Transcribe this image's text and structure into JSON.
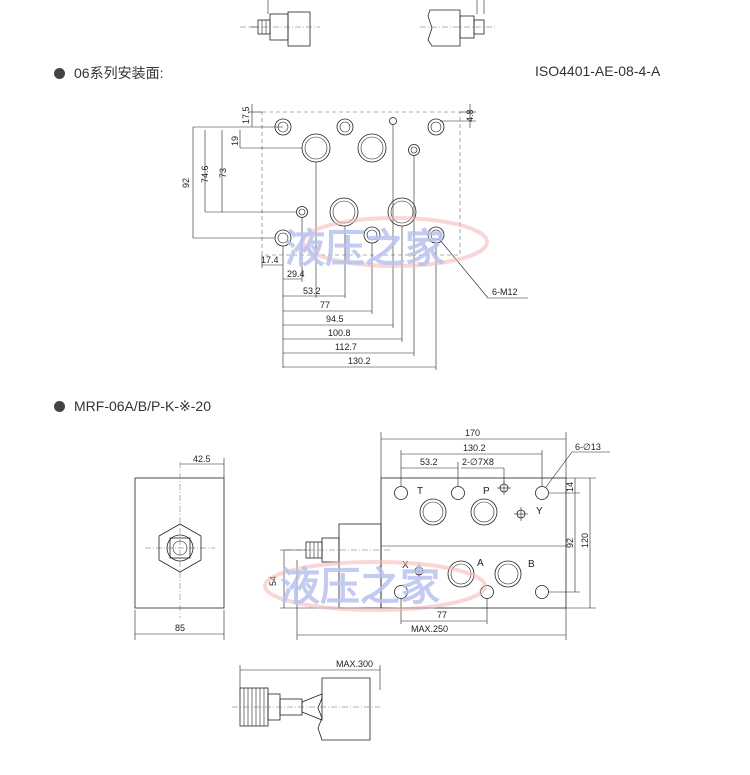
{
  "section1": {
    "title": "06系列安装面:",
    "standard": "ISO4401-AE-08-4-A",
    "dims_vertical": [
      "17.5",
      "19",
      "92",
      "74.6",
      "73",
      "4.8"
    ],
    "dims_horizontal": [
      "17.4",
      "29.4",
      "53.2",
      "77",
      "94.5",
      "100.8",
      "112.7",
      "130.2"
    ],
    "thread_label": "6-M12"
  },
  "section2": {
    "title": "MRF-06A/B/P-K-※-20",
    "side_view": {
      "width_dim": "85",
      "offset_dim": "42.5"
    },
    "front_view": {
      "dim_170": "170",
      "dim_130": "130.2",
      "dim_53": "53.2",
      "pin_label": "2-∅7X8",
      "hole_label": "6-∅13",
      "dim_14": "14",
      "dim_92": "92",
      "dim_120": "120",
      "dim_54": "54",
      "dim_77": "77",
      "max_width": "MAX.250",
      "port_t": "T",
      "port_p": "P",
      "port_y": "Y",
      "port_x": "X",
      "port_a": "A",
      "port_b": "B"
    },
    "bottom_view": {
      "max_length": "MAX.300"
    }
  },
  "watermark": {
    "text": "液压之家"
  }
}
